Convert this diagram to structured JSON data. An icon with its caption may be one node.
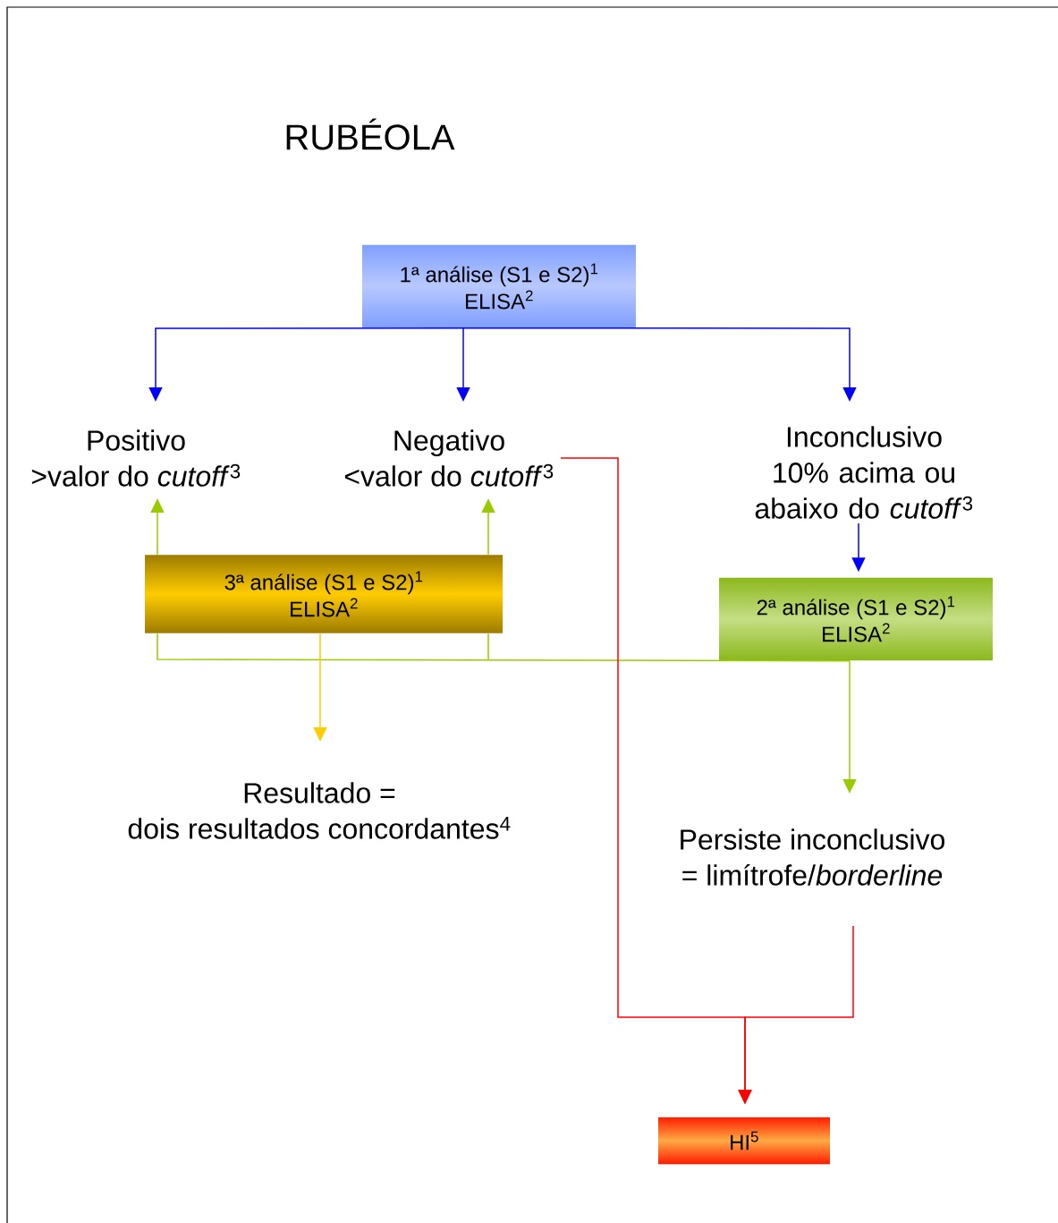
{
  "diagram": {
    "title": "RUBÉOLA",
    "nodes": [
      {
        "text": [
          "1ª análise (S1 e S2)$^{1}$",
          "ELISA$^{2}$"
        ]
      },
      {
        "text": [
          "Positivo",
          ">valor do *cutoff*$^{3}$"
        ]
      },
      {
        "text": [
          "Negativo",
          "<valor do *cutoff*$^{3}$"
        ]
      },
      {
        "text": [
          "Inconclusivo",
          "10% acima ou abaixo do *cutoff*$^{3}$"
        ]
      },
      {
        "text": [
          "3ª análise (S1 e S2)$^{1}$",
          "ELISA$^{2}$"
        ]
      },
      {
        "text": [
          "2ª análise (S1 e S2)$^{1}$",
          "ELISA$^{2}$"
        ]
      },
      {
        "text": [
          "Resultado =",
          "dois resultados concordantes$^{4}$"
        ]
      },
      {
        "text": [
          "Persiste inconclusivo",
          "= limítrofe/*borderline*"
        ]
      },
      {
        "text": [
          "HI$^{5}$"
        ]
      }
    ],
    "edges": [
      {
        "from": 0,
        "to": 1,
        "arrow": "to",
        "color": "#0000ff"
      },
      {
        "from": 0,
        "to": 2,
        "arrow": "to",
        "color": "#0000ff"
      },
      {
        "from": 0,
        "to": 3,
        "arrow": "to",
        "color": "#0000ff"
      },
      {
        "from": 3,
        "to": 5,
        "arrow": "to",
        "color": "#0000ff"
      },
      {
        "from": 5,
        "to": 4,
        "arrow": "none",
        "color": "#99cc00"
      },
      {
        "from": 4,
        "to": 1,
        "arrow": "to",
        "color": "#99cc00"
      },
      {
        "from": 4,
        "to": 2,
        "arrow": "to",
        "color": "#99cc00"
      },
      {
        "from": 5,
        "to": 7,
        "arrow": "to",
        "color": "#99cc00"
      },
      {
        "from": 4,
        "to": 6,
        "arrow": "to",
        "color": "#ffcc00"
      },
      {
        "from": 2,
        "to": 8,
        "arrow": "to",
        "color": "#ff0000"
      },
      {
        "from": 7,
        "to": 8,
        "arrow": "to",
        "color": "#ff0000"
      }
    ]
  }
}
